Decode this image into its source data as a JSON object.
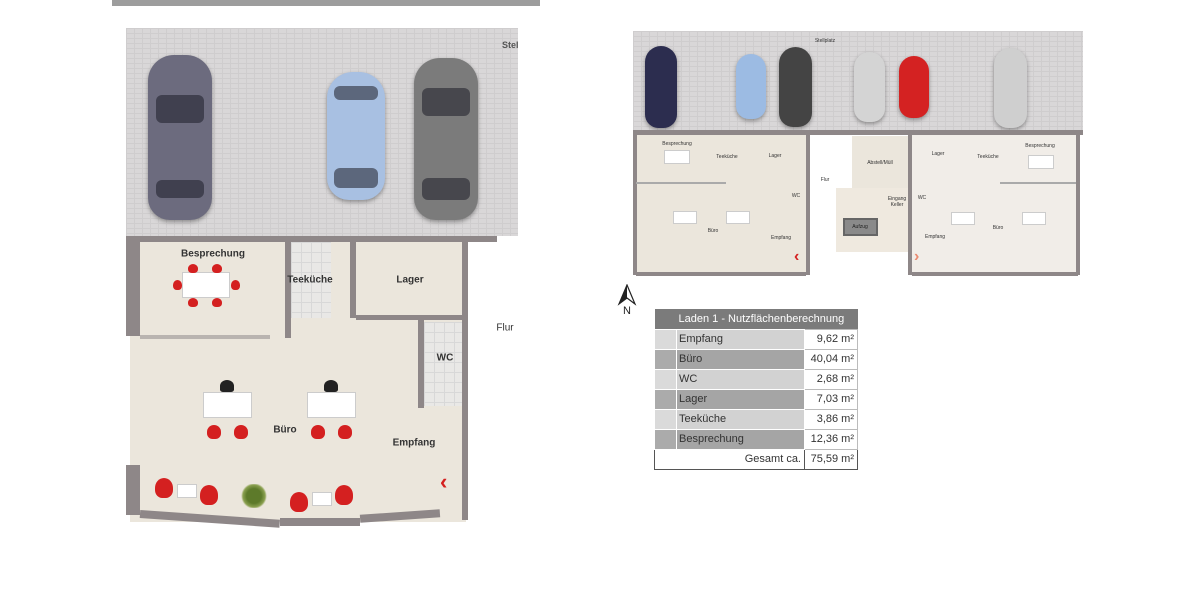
{
  "detail_plan": {
    "parking_label": "Stel",
    "rooms": {
      "besprechung": "Besprechung",
      "teekueche": "Teeküche",
      "lager": "Lager",
      "flur": "Flur",
      "wc": "WC",
      "buero": "Büro",
      "empfang": "Empfang"
    },
    "car_colors": [
      "#6c6b7e",
      "#a8c0e2",
      "#7b7b7b"
    ]
  },
  "overview_plan": {
    "parking_label": "Stellplatz",
    "left_unit": {
      "besprechung": "Besprechung",
      "teekueche": "Teeküche",
      "lager": "Lager",
      "wc": "WC",
      "buero": "Büro",
      "empfang": "Empfang"
    },
    "center": {
      "flur": "Flur",
      "abstell": "Abstell/Müll",
      "eingang_keller": "Eingang Keller",
      "aufzug": "Aufzug"
    },
    "right_unit": {
      "lager": "Lager",
      "teekueche": "Teeküche",
      "besprechung": "Besprechung",
      "wc": "WC",
      "buero": "Büro",
      "empfang": "Empfang"
    },
    "car_colors": [
      "#2c2d4f",
      "#9cbbe3",
      "#444444",
      "#d4d4d4",
      "#d42222",
      "#cfcfcf"
    ]
  },
  "north_label": "N",
  "area_table": {
    "title": "Laden 1 - Nutzflächenberechnung",
    "rows": [
      {
        "name": "Empfang",
        "value": "9,62 m²"
      },
      {
        "name": "Büro",
        "value": "40,04 m²"
      },
      {
        "name": "WC",
        "value": "2,68 m²"
      },
      {
        "name": "Lager",
        "value": "7,03 m²"
      },
      {
        "name": "Teeküche",
        "value": "3,86 m²"
      },
      {
        "name": "Besprechung",
        "value": "12,36 m²"
      }
    ],
    "total_label": "Gesamt ca.",
    "total_value": "75,59 m²"
  }
}
